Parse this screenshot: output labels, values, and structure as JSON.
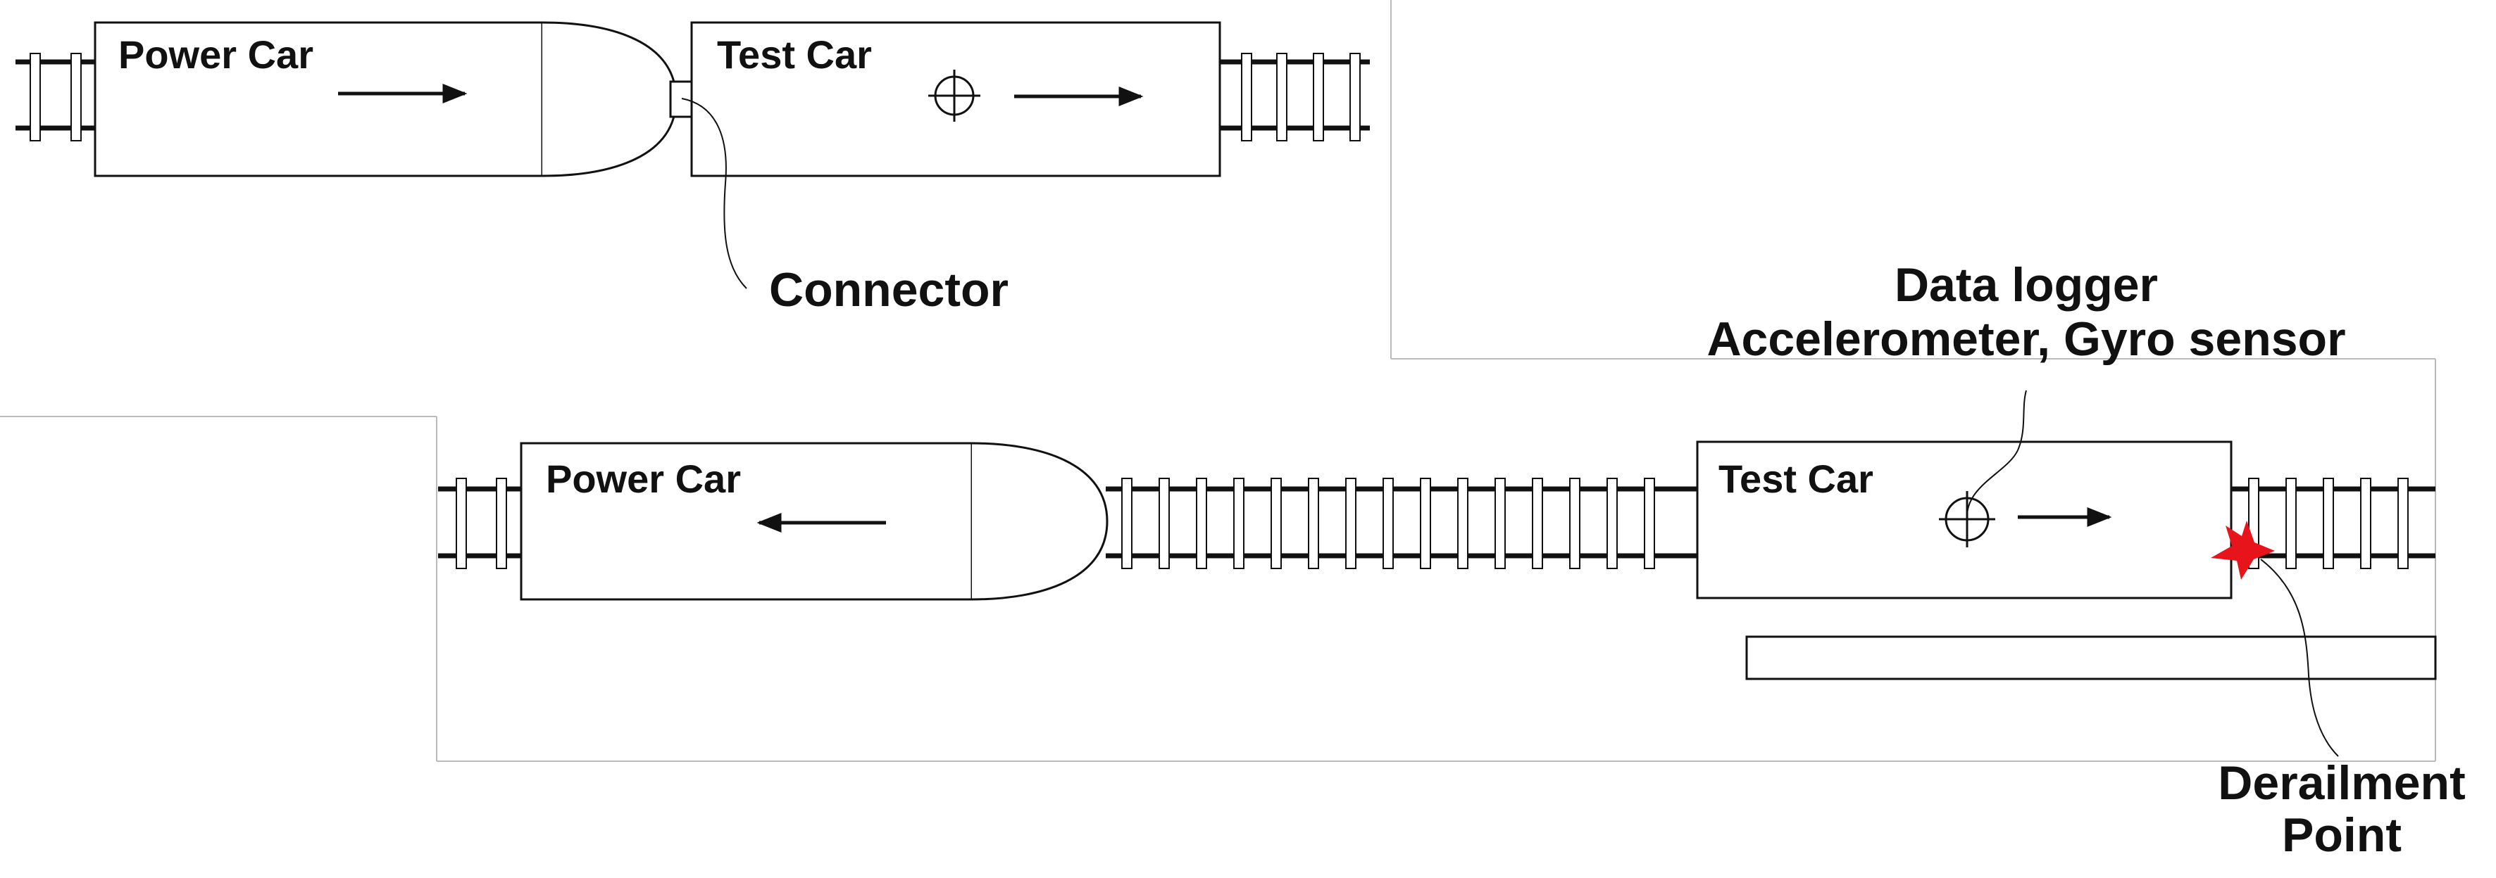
{
  "upper_scene": {
    "power_car_label": "Power Car",
    "test_car_label": "Test Car",
    "connector_label": "Connector"
  },
  "lower_scene": {
    "power_car_label": "Power Car",
    "test_car_label": "Test Car",
    "data_logger_line1": "Data logger",
    "data_logger_line2": "Accelerometer, Gyro sensor",
    "derailment_line1": "Derailment",
    "derailment_line2": "Point"
  },
  "colors": {
    "line": "#111111",
    "derailment_marker": "#e8141b",
    "panel_border": "#bbbbbb"
  }
}
